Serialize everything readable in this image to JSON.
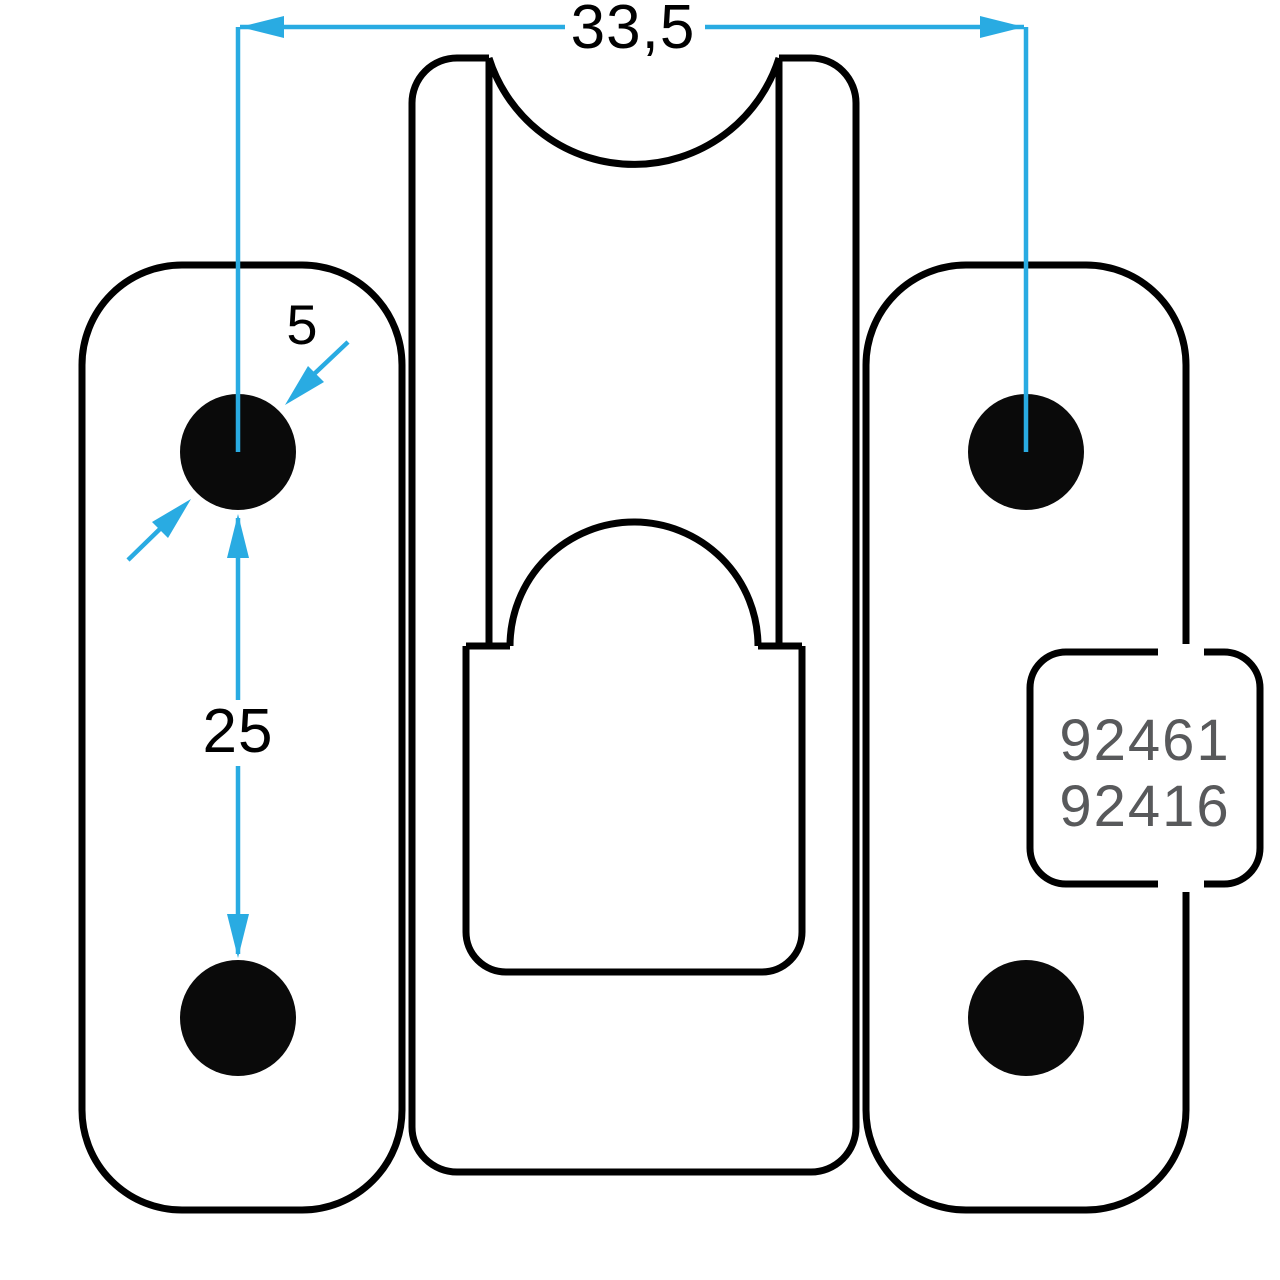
{
  "drawing": {
    "background_color": "#ffffff",
    "outline_color": "#000000",
    "dimension_color": "#29abe2",
    "part_number_color": "#58595b",
    "dimensions": {
      "overall_hole_span": "33,5",
      "hole_diameter": "5",
      "hole_spacing": "25"
    },
    "part_numbers": {
      "line1": "92461",
      "line2": "92416"
    }
  }
}
